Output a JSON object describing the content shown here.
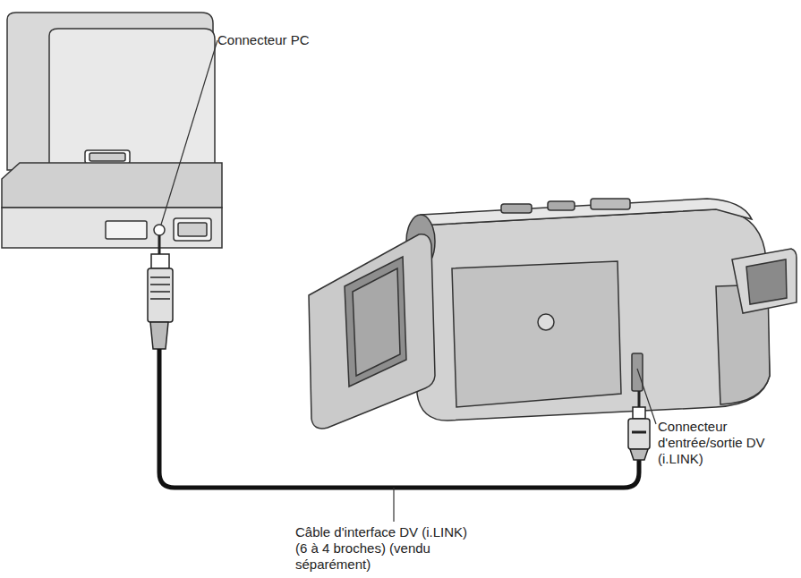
{
  "diagram": {
    "labels": [
      "Connecteur PC",
      "Connecteur d'entrée/sortie DV (i.LINK)",
      "Câble d'interface DV (i.LINK) (6 à 4 broches) (vendu séparément)"
    ]
  }
}
